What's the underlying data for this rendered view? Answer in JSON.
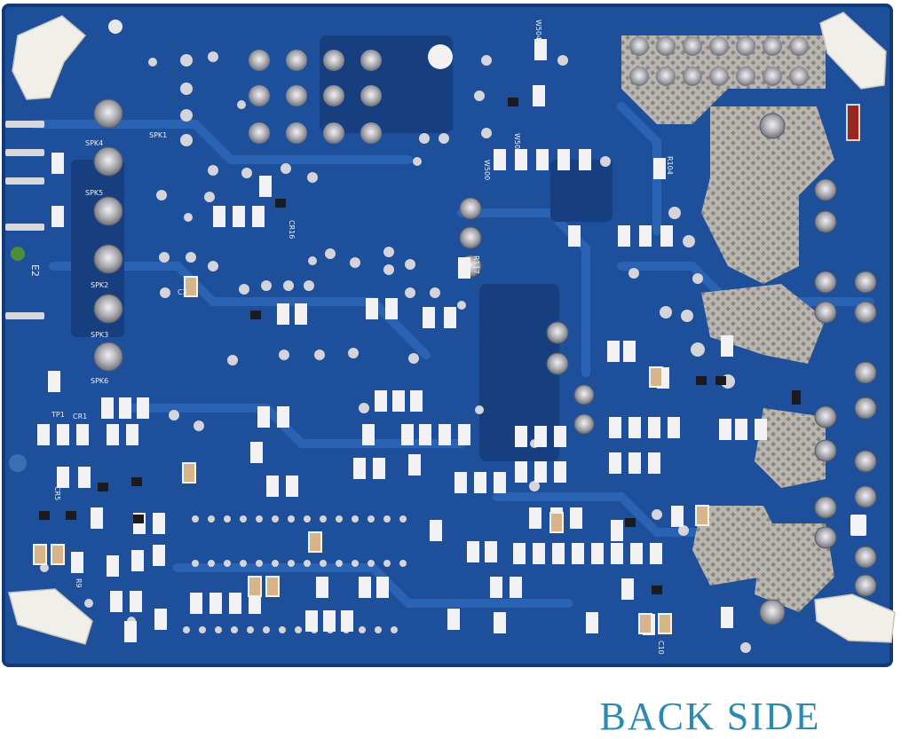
{
  "caption": "BACK SIDE",
  "colors": {
    "board": "#1e4f9a",
    "board_dark": "#173f80",
    "trace": "#2a62b4",
    "pad": "#c9c9cf",
    "silkscreen": "#e8eef8",
    "caption": "#2a8ab0"
  },
  "silkscreen_labels": {
    "spk1": "SPK1",
    "spk2": "SPK2",
    "spk3": "SPK3",
    "spk4": "SPK4",
    "spk5": "SPK5",
    "spk6": "SPK6",
    "e2": "E2",
    "cr1": "CR1",
    "cr5": "CR5",
    "cr16": "CR16",
    "r9": "R9",
    "r104": "R104",
    "r117": "R117",
    "c3": "C3",
    "c10": "C10",
    "tp1": "TP1",
    "w500": "W500",
    "w501": "W501",
    "w504": "W504"
  }
}
